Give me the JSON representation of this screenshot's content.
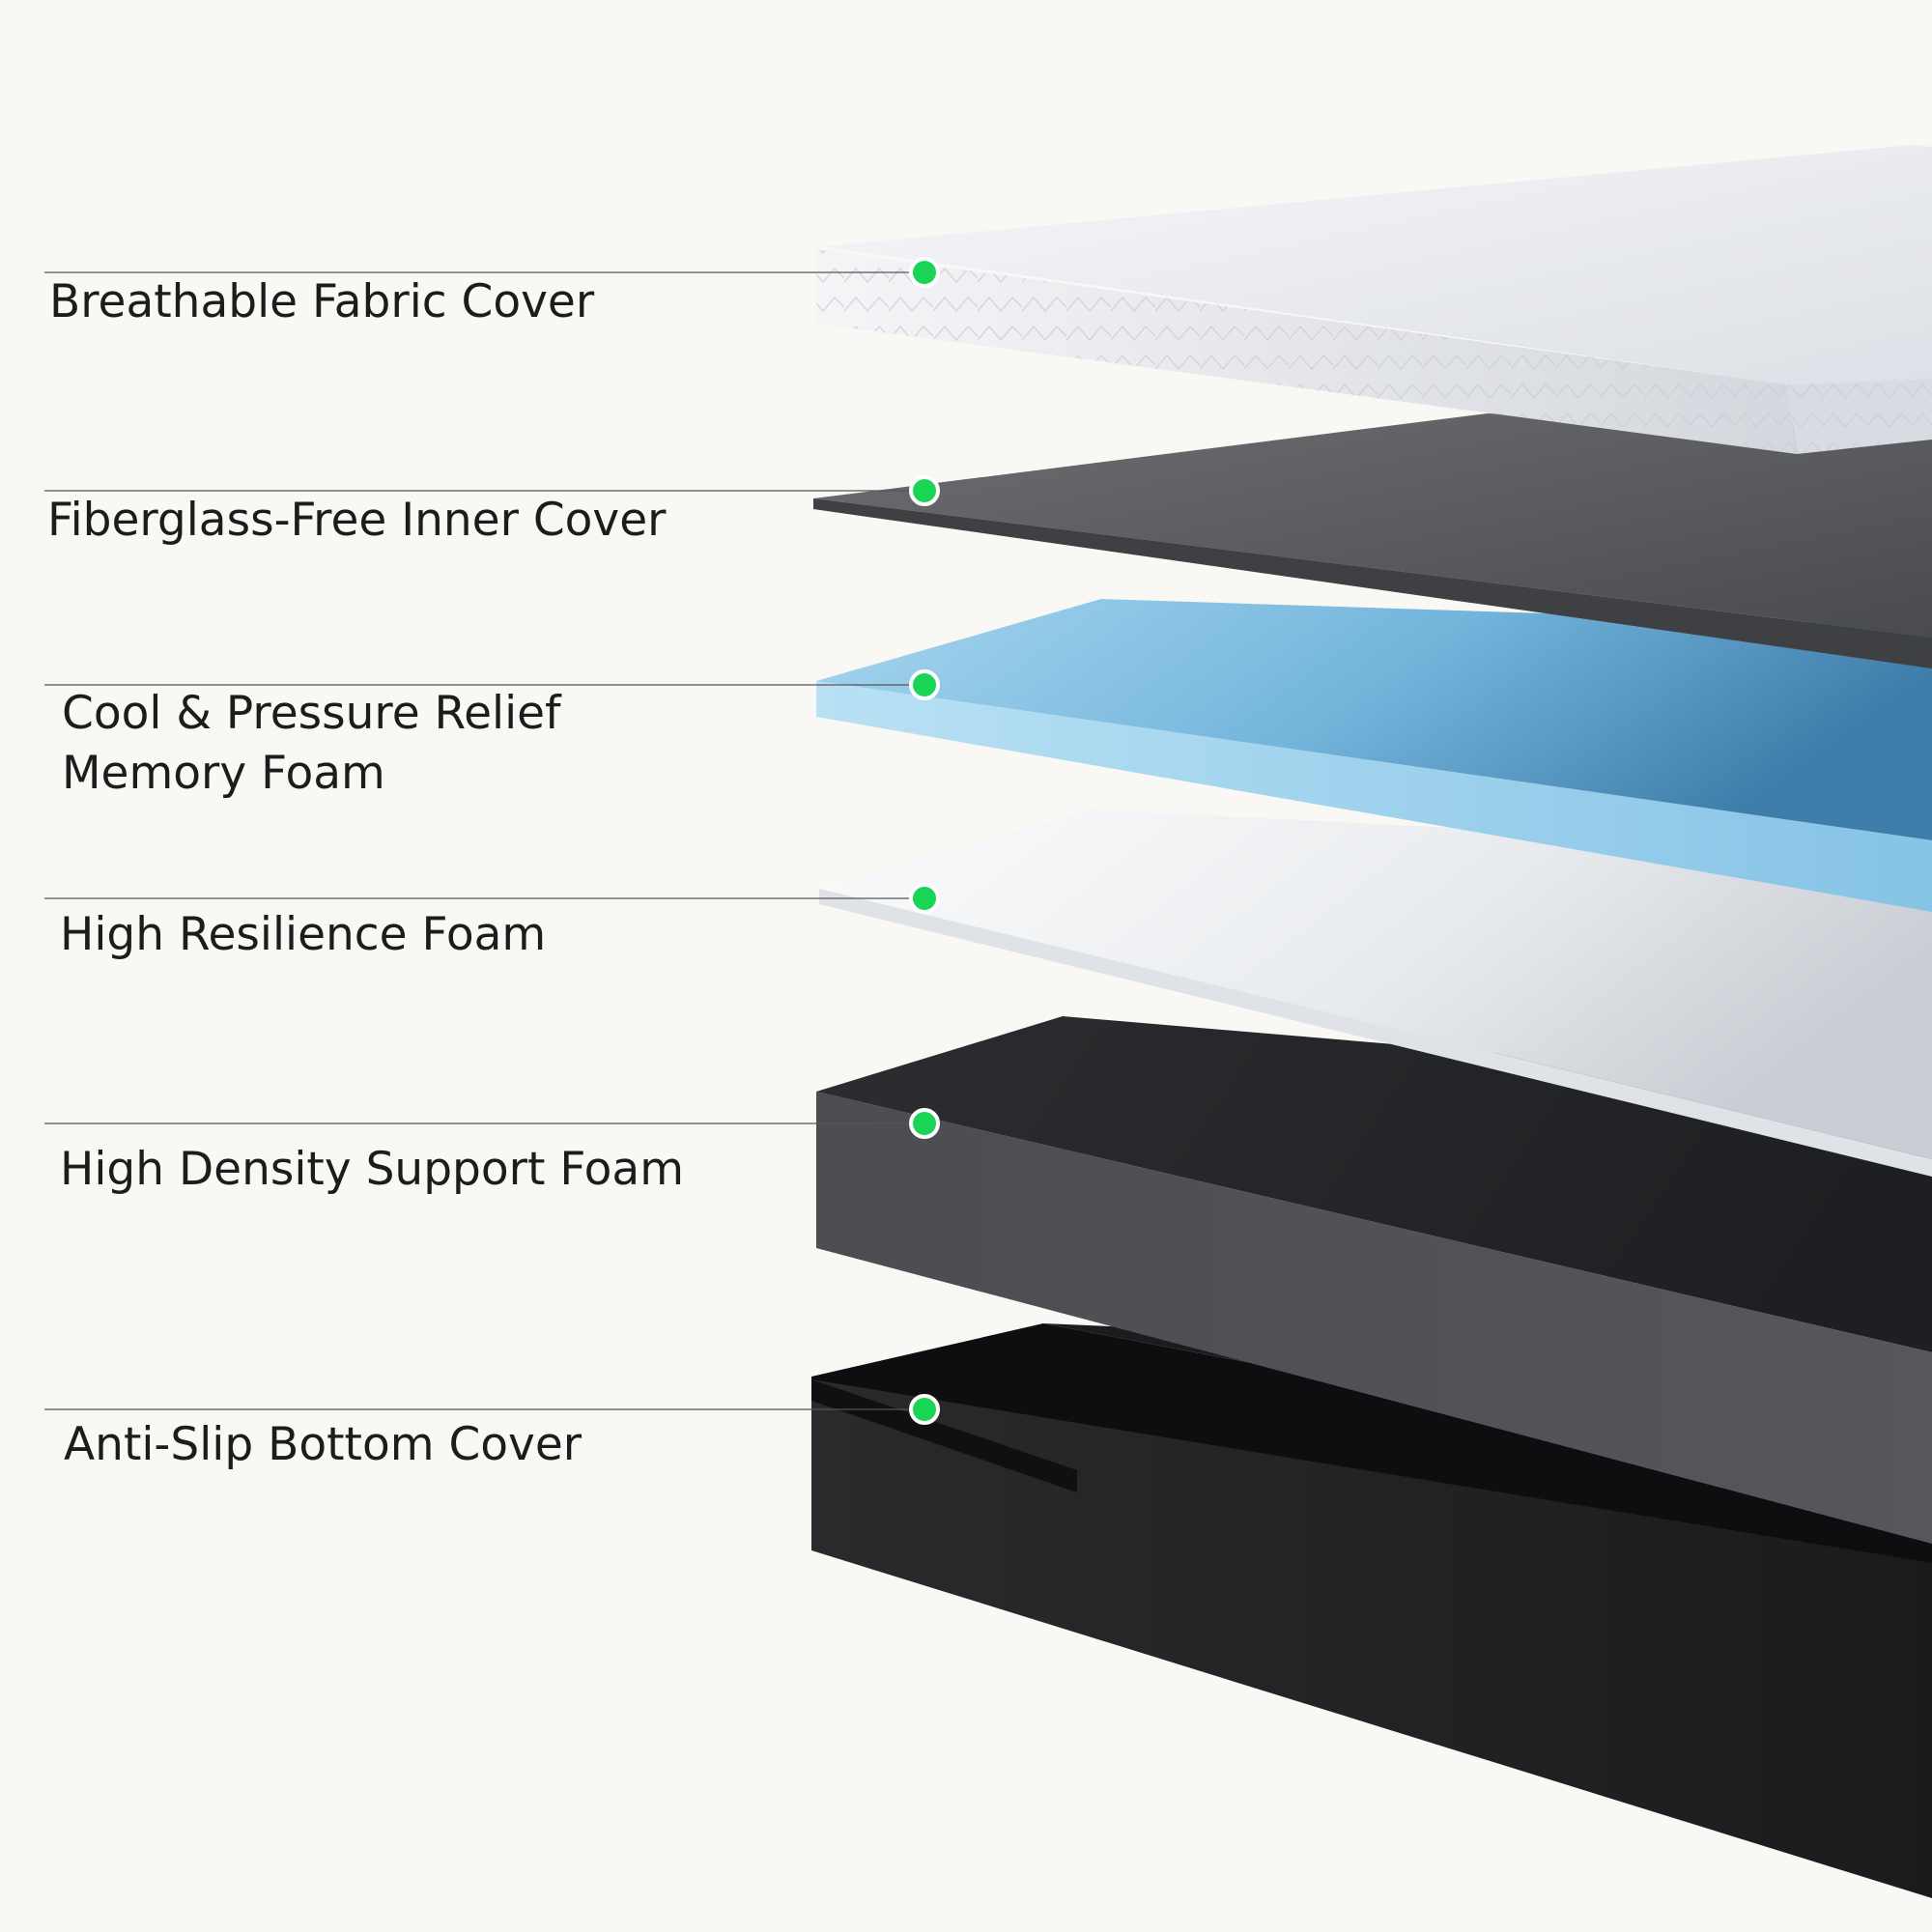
{
  "layers": [
    {
      "id": "fabric-cover",
      "label_lines": [
        "Breathable Fabric Cover"
      ]
    },
    {
      "id": "inner-cover",
      "label_lines": [
        "Fiberglass-Free Inner Cover"
      ]
    },
    {
      "id": "memory-foam",
      "label_lines": [
        "Cool & Pressure Relief",
        "Memory Foam"
      ]
    },
    {
      "id": "resilience-foam",
      "label_lines": [
        "High Resilience Foam"
      ]
    },
    {
      "id": "support-foam",
      "label_lines": [
        "High Density Support Foam"
      ]
    },
    {
      "id": "bottom-cover",
      "label_lines": [
        "Anti-Slip Bottom Cover"
      ]
    }
  ],
  "colors": {
    "background": "#f9f8f4",
    "marker": "#19d455",
    "marker_ring": "#ffffff",
    "leader_line": "#555555",
    "label_text": "#1c1c1c",
    "fabric_cover": "#e9ebef",
    "inner_cover": "#5d5e61",
    "memory_foam": "#9fd0ea",
    "resilience_foam": "#f1f2f4",
    "support_foam": "#3d3e41",
    "bottom_cover": "#161617"
  }
}
